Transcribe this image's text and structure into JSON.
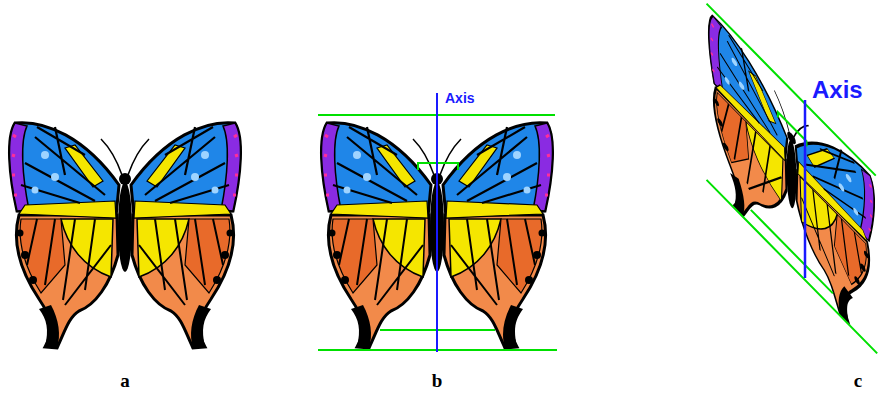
{
  "diagram": {
    "labels": [
      "Axis",
      "Axis",
      "a",
      "b",
      "c"
    ]
  }
}
